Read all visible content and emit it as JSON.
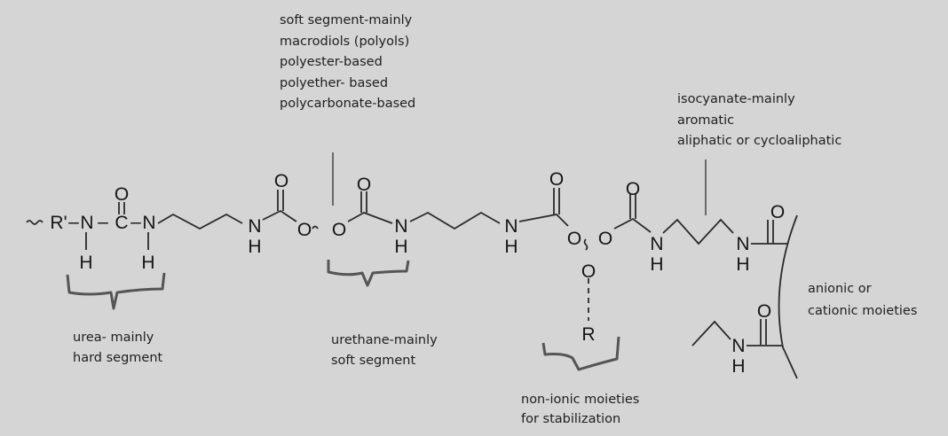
{
  "labels": {
    "soft_segment": [
      "soft segment-mainly",
      "macrodiols (polyols)",
      "polyester-based",
      "polyether- based",
      "polycarbonate-based"
    ],
    "isocyanate": [
      "isocyanate-mainly",
      "aromatic",
      "aliphatic or cycloaliphatic"
    ],
    "urea": [
      "urea- mainly",
      "hard segment"
    ],
    "urethane": [
      "urethane-mainly",
      "soft segment"
    ],
    "non_ionic": [
      "non-ionic moieties",
      "for stabilization"
    ],
    "ionic": [
      "anionic or",
      "cationic moieties"
    ]
  },
  "structure": {
    "R_prime": "R'",
    "R": "R",
    "N": "N",
    "H": "H",
    "C": "C",
    "O": "O",
    "dash": "–"
  },
  "colors": {
    "background": "#d5d5d5",
    "bonds": "#2a2a2a",
    "braces": "#555555"
  }
}
